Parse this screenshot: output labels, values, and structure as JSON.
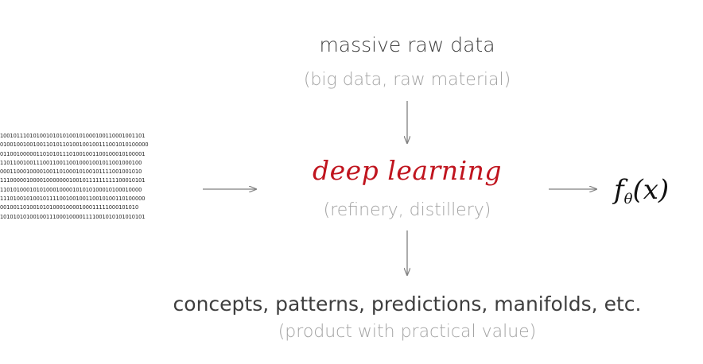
{
  "top": {
    "title": "massive raw data",
    "subtitle": "(big data, raw material)"
  },
  "center": {
    "title": "deep learning",
    "subtitle": "(refinery, distillery)"
  },
  "bottom": {
    "title": "concepts, patterns, predictions, manifolds, etc.",
    "subtitle": "(product with practical value)"
  },
  "formula": {
    "function": "f",
    "subscript": "θ",
    "argument": "(x)"
  },
  "binary_lines": [
    "10010111010100101010100101000100110001001101",
    "010010010010011010110100100100111001010100000",
    "01100100000110101011101001001100100010100001",
    "1101100100111001100110010001001011001000100",
    "0001100010000100110100010100101111001001010",
    "11100000100001000000010010111111111100010101",
    "1101010001010100010000101010100010100010000",
    "11101001010010111100100100110010100110100000",
    "001001101001010100010000100011111000101010",
    "10101010100100111000100001111001010101010101"
  ],
  "colors": {
    "accent": "#c0141e",
    "main_text": "#3f3f3f",
    "sub_text": "#a3a3a3",
    "arrow": "#7f7f7f"
  }
}
